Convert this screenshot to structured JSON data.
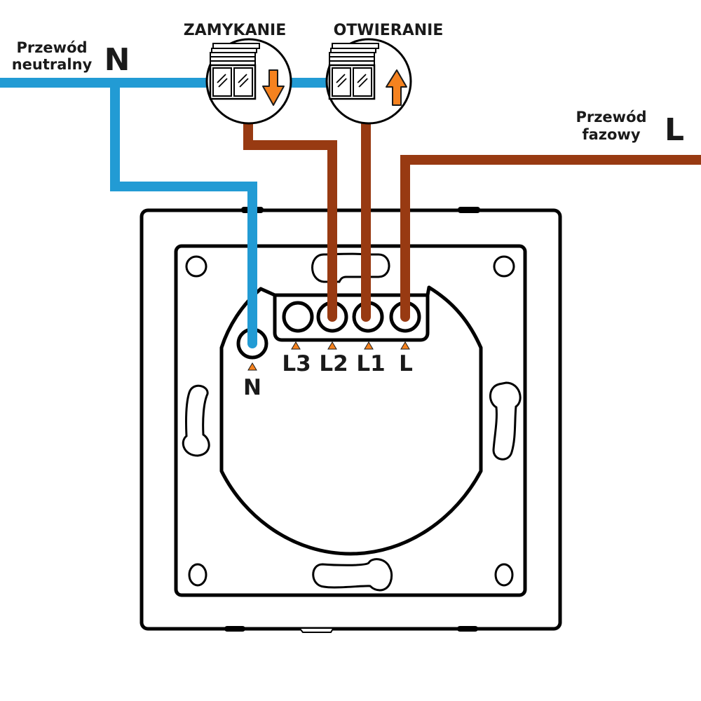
{
  "colors": {
    "neutral_wire": "#229bd4",
    "phase_wire": "#983a12",
    "arrow_accent": "#f5821f",
    "outline": "#000000",
    "text": "#1a1a1a",
    "background": "#ffffff"
  },
  "neutral_label": {
    "line1": "Przewód",
    "line2": "neutralny",
    "letter": "N"
  },
  "phase_label": {
    "line1": "Przewód",
    "line2": "fazowy",
    "letter": "L"
  },
  "actions": [
    {
      "title": "ZAMYKANIE",
      "icon": "roller-shutter-icon",
      "arrow": "arrow-down-icon",
      "terminal": "L2"
    },
    {
      "title": "OTWIERANIE",
      "icon": "roller-shutter-icon",
      "arrow": "arrow-up-icon",
      "terminal": "L1"
    }
  ],
  "terminals": {
    "neutral": "N",
    "block": [
      "L3",
      "L2",
      "L1",
      "L"
    ]
  },
  "wiring": [
    {
      "from": "neutral",
      "to": "N",
      "color": "neutral_wire"
    },
    {
      "from": "ZAMYKANIE",
      "to": "L2",
      "color": "phase_wire"
    },
    {
      "from": "OTWIERANIE",
      "to": "L1",
      "color": "phase_wire"
    },
    {
      "from": "phase",
      "to": "L",
      "color": "phase_wire"
    }
  ]
}
